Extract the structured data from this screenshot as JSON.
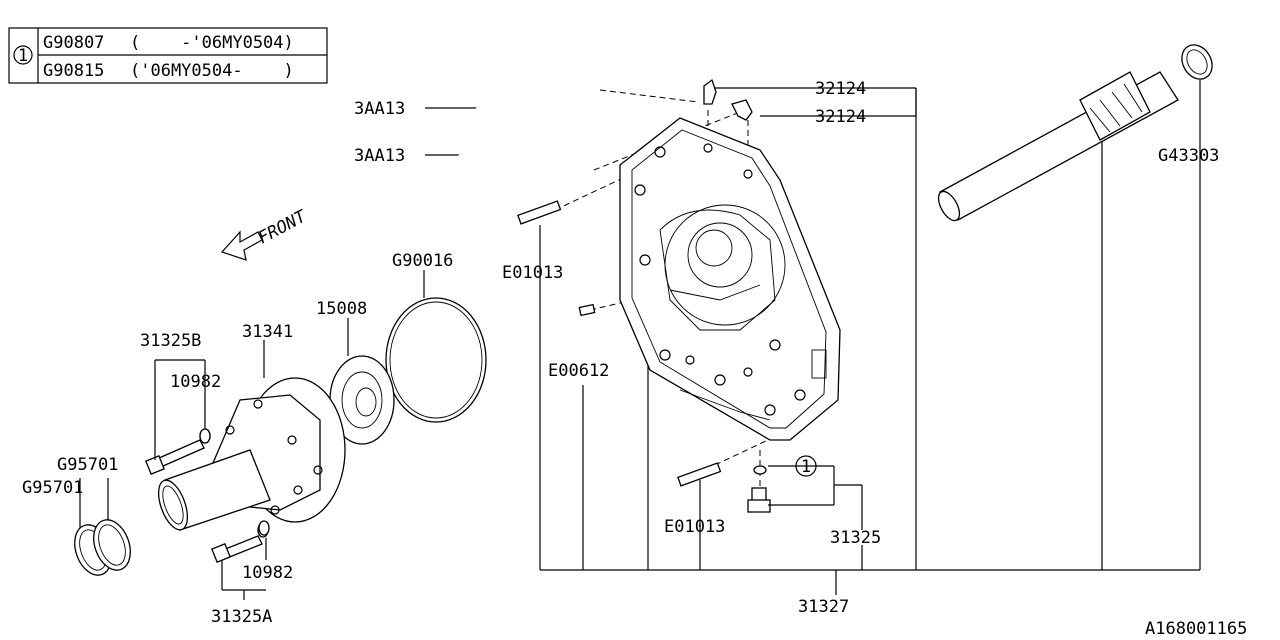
{
  "legend": {
    "marker": "1",
    "rows": [
      {
        "part": "G90807",
        "range": "(    -'06MY0504)"
      },
      {
        "part": "G90815",
        "range": "('06MY0504-    )"
      }
    ]
  },
  "front_label": "FRONT",
  "callouts": {
    "p32124_a": "32124",
    "p32124_b": "32124",
    "p3AA13_a": "3AA13",
    "p3AA13_b": "3AA13",
    "G43303": "G43303",
    "E01013_a": "E01013",
    "E01013_b": "E01013",
    "G90016": "G90016",
    "p15008": "15008",
    "p31341": "31341",
    "p31325B": "31325B",
    "p10982_a": "10982",
    "p10982_b": "10982",
    "G95701_a": "G95701",
    "G95701_b": "G95701",
    "E00612": "E00612",
    "p31325": "31325",
    "p31325A": "31325A",
    "p31327": "31327",
    "ref_marker": "1"
  },
  "diagram_id": "A168001165"
}
